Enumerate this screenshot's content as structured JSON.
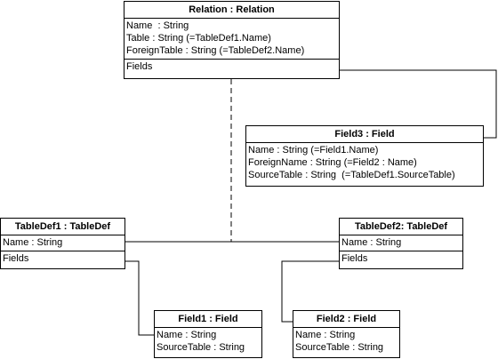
{
  "classes": {
    "relation": {
      "title": "Relation : Relation",
      "attributes": [
        "Name  : String",
        "Table : String (=TableDef1.Name)",
        "ForeignTable : String (=TableDef2.Name)"
      ],
      "collection": "Fields"
    },
    "field3": {
      "title": "Field3 : Field",
      "attributes": [
        "Name : String (=Field1.Name)",
        "ForeignName : String (=Field2 : Name)",
        "SourceTable : String  (=TableDef1.SourceTable)"
      ]
    },
    "tabledef1": {
      "title": "TableDef1 : TableDef",
      "attributes": [
        "Name : String"
      ],
      "collection": "Fields"
    },
    "tabledef2": {
      "title": "TableDef2: TableDef",
      "attributes": [
        "Name : String"
      ],
      "collection": "Fields"
    },
    "field1": {
      "title": "Field1 : Field",
      "attributes": [
        "Name : String",
        "SourceTable : String"
      ]
    },
    "field2": {
      "title": "Field2 : Field",
      "attributes": [
        "Name : String",
        "SourceTable : String"
      ]
    }
  }
}
